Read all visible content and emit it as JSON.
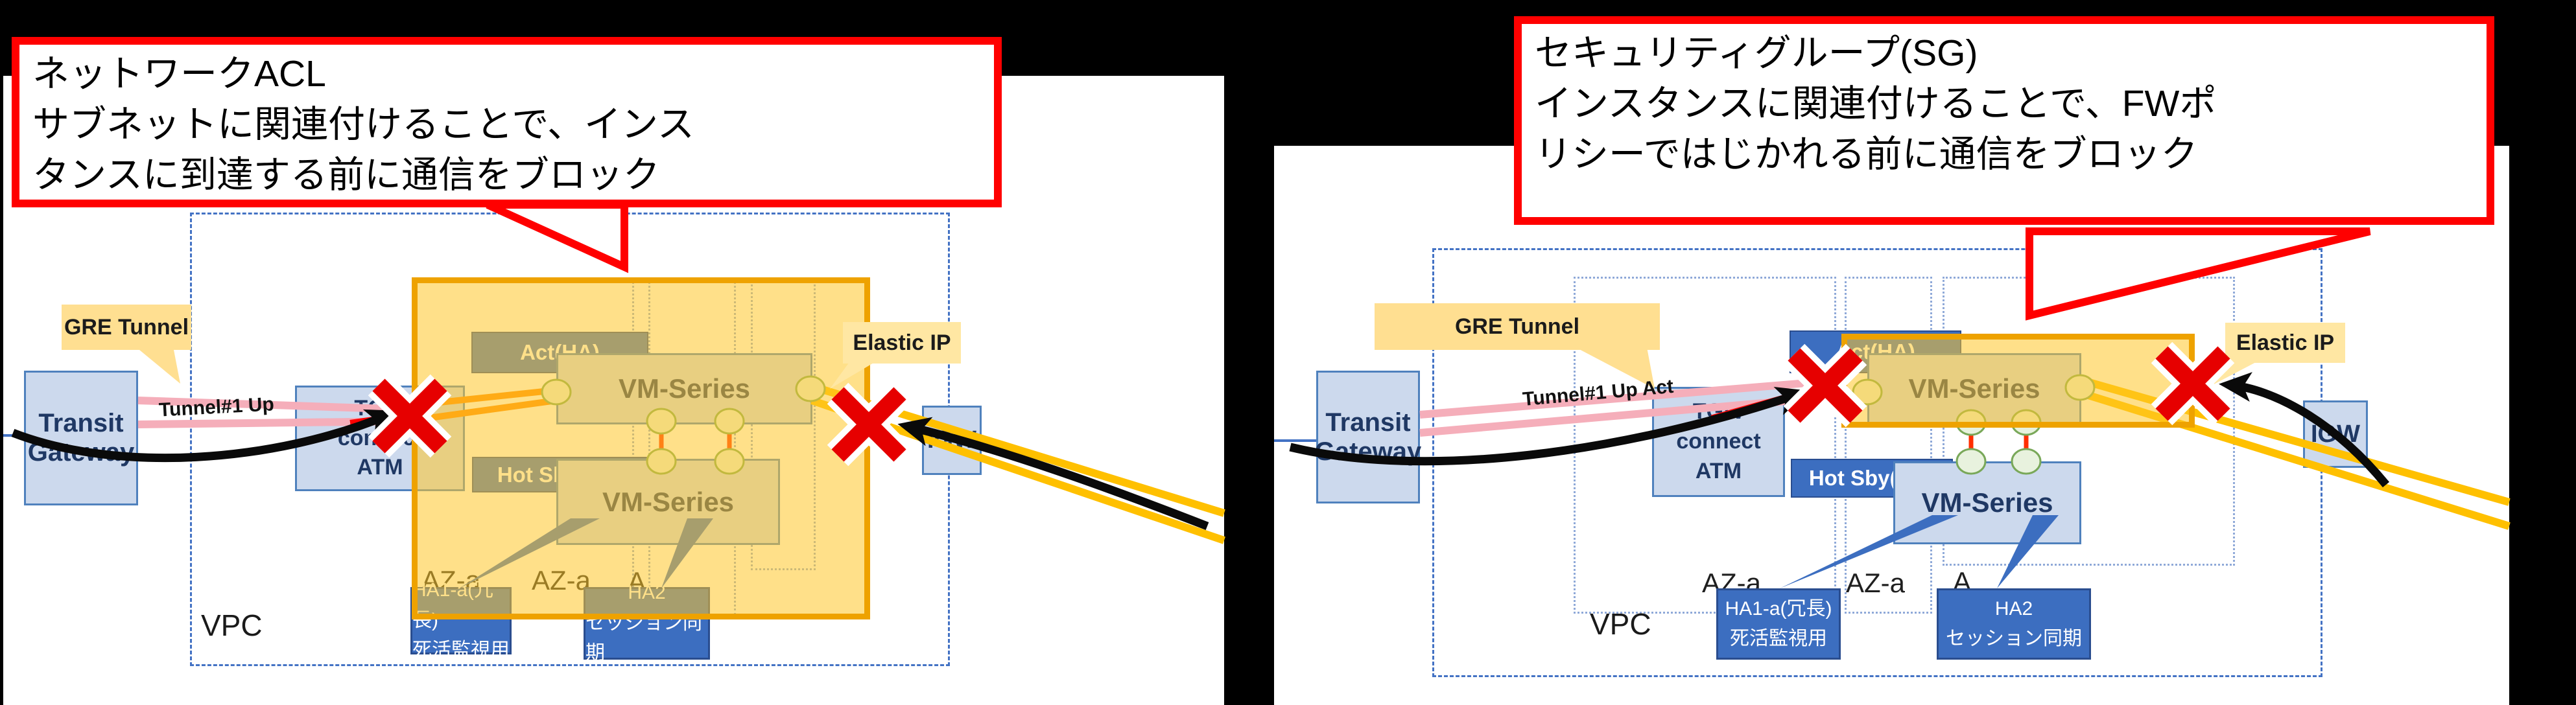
{
  "colors": {
    "background": "#000000",
    "accent_red": "#ff0000",
    "overlay_yellow": "#ffc62c",
    "overlay_border": "#eea200",
    "box_blue_fill": "#ccd9ed",
    "box_blue_border": "#4f81bd",
    "vivid_blue": "#3c6ec0",
    "navy_text": "#1f3864",
    "tag_yellow": "#ffdf91",
    "pink_line": "#f5aeba",
    "orange_line": "#ff8a00",
    "yellow_line": "#ffc000",
    "port_green": "#79a859"
  },
  "left": {
    "callout_lines": [
      "ネットワークACL",
      "サブネットに関連付けることで、インス",
      "タンスに到達する前に通信をブロック"
    ],
    "gre_label": "GRE Tunnel",
    "transit_gateway": "Transit\nGateway",
    "tunnel_status": "Tunnel#1 Up",
    "tgw_connect": "TGW\nconnect\nATM",
    "act_label": "Act(HA)",
    "hot_sby_label": "Hot Sby(HA)",
    "vm_top": "VM-Series",
    "vm_bottom": "VM-Series",
    "elastic_ip": "Elastic IP",
    "igw": "IGW",
    "vpc": "VPC",
    "az1": "AZ-a",
    "az2": "AZ-a",
    "az3": "A",
    "ha1_line1": "HA1-a(冗長)",
    "ha1_line2": "死活監視用",
    "ha2_line1": "HA2",
    "ha2_line2": "セッション同期"
  },
  "right": {
    "callout_lines": [
      "セキュリティグループ(SG)",
      "インスタンスに関連付けることで、FWポ",
      "リシーではじかれる前に通信をブロック"
    ],
    "gre_label": "GRE Tunnel",
    "transit_gateway": "Transit\nGateway",
    "tunnel_status": "Tunnel#1 Up Act",
    "tgw_connect": "TGW\nconnect\nATM",
    "act_label": "Act(HA)",
    "hot_sby_label": "Hot Sby(HA)",
    "vm_top": "VM-Series",
    "vm_bottom": "VM-Series",
    "elastic_ip": "Elastic IP",
    "igw": "IGW",
    "vpc": "VPC",
    "az1": "AZ-a",
    "az2": "AZ-a",
    "az3": "A",
    "ha1_line1": "HA1-a(冗長)",
    "ha1_line2": "死活監視用",
    "ha2_line1": "HA2",
    "ha2_line2": "セッション同期"
  }
}
